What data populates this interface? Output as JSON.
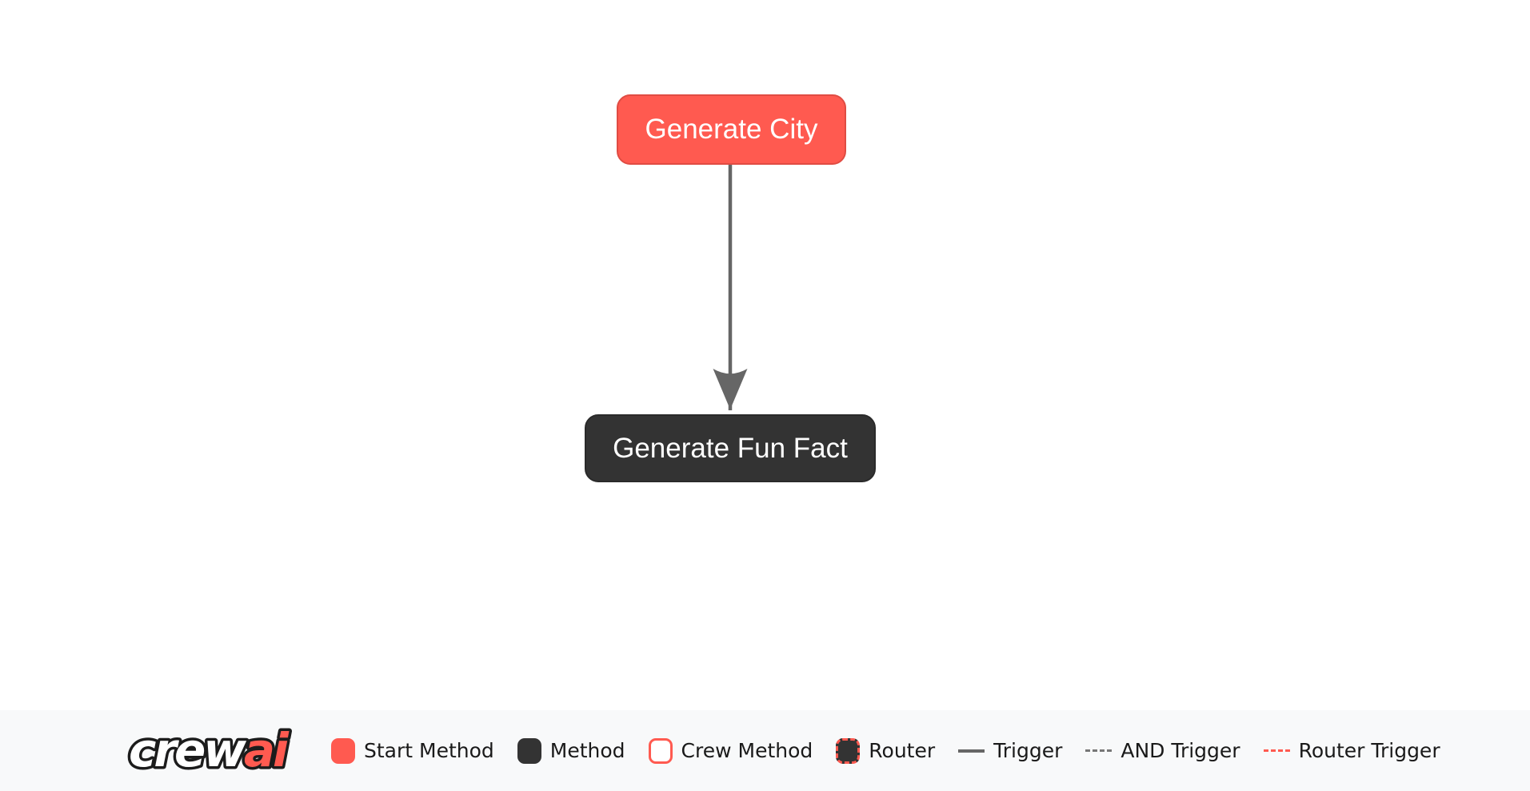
{
  "diagram": {
    "nodes": [
      {
        "label": "Generate City",
        "type": "start-method",
        "fill": "#ff5a50",
        "text_color": "#ffffff"
      },
      {
        "label": "Generate Fun Fact",
        "type": "method",
        "fill": "#333333",
        "text_color": "#ffffff"
      }
    ],
    "edges": [
      {
        "from": "Generate City",
        "to": "Generate Fun Fact",
        "style": "trigger",
        "color": "#666666",
        "arrow": "down"
      }
    ]
  },
  "legend": {
    "logo": {
      "word_crew": "crew",
      "word_ai": "ai",
      "crew_color": "#ffffff",
      "ai_color": "#ff5a50"
    },
    "items": [
      {
        "label": "Start Method",
        "symbol": "start-method-swatch",
        "color": "#ff5a50"
      },
      {
        "label": "Method",
        "symbol": "method-swatch",
        "color": "#333333"
      },
      {
        "label": "Crew Method",
        "symbol": "crew-method-swatch",
        "color": "#ffffff",
        "border": "#ff5a50"
      },
      {
        "label": "Router",
        "symbol": "router-swatch",
        "color": "#333333",
        "border": "#ff5a50",
        "border_style": "dashed"
      },
      {
        "label": "Trigger",
        "symbol": "trigger-line",
        "color": "#666666",
        "line_style": "solid"
      },
      {
        "label": "AND Trigger",
        "symbol": "and-trigger-line",
        "color": "#777777",
        "line_style": "dashed"
      },
      {
        "label": "Router Trigger",
        "symbol": "router-trigger-line",
        "color": "#ff5a50",
        "line_style": "dashed"
      }
    ]
  },
  "colors": {
    "canvas_bg": "#ffffff",
    "legend_bg": "#f8f9fa",
    "accent_red": "#ff5a50",
    "dark": "#333333",
    "edge_gray": "#666666",
    "legend_text": "#1a1a1a"
  }
}
